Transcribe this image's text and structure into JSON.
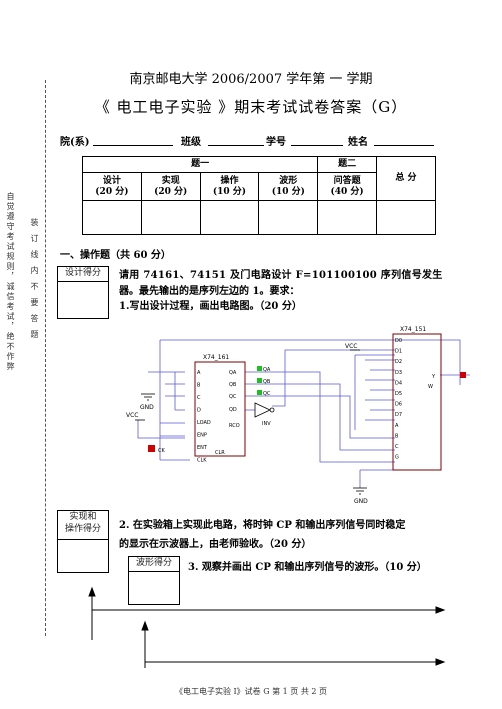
{
  "header": {
    "title_line1": "南京邮电大学 2006/2007 学年第 一 学期",
    "title_line2": "《 电工电子实验 》期末考试试卷答案（G）"
  },
  "info_fields": {
    "department": "院(系)",
    "class": "班级",
    "student_id": "学号",
    "name": "姓名"
  },
  "score_table": {
    "question1": "题一",
    "question2": "题二",
    "total": "总 分",
    "sub_headers": [
      {
        "line1": "设计",
        "line2": "(20 分)"
      },
      {
        "line1": "实现",
        "line2": "(20 分)"
      },
      {
        "line1": "操作",
        "line2": "(10 分)"
      },
      {
        "line1": "波形",
        "line2": "(10 分)"
      },
      {
        "line1": "问答题",
        "line2": "(40 分)"
      }
    ]
  },
  "side_notes": {
    "left_column": "自觉遵守考试规则，诚信考试，绝不作弊",
    "right_column": "装订线内不要答题"
  },
  "section1": {
    "heading": "一、操作题（共 60 分）",
    "design_score_label": "设计得分",
    "req_line1": "请用 74161、74151 及门电路设计 F=101100100 序列信号发生",
    "req_line2": "器。最先输出的是序列左边的 1。要求：",
    "req_line3": "1.写出设计过程，画出电路图。（20 分）"
  },
  "circuit": {
    "counter_name": "X74_161",
    "mux_name": "X74_151",
    "counter_left_pins": [
      "A",
      "B",
      "C",
      "D",
      "LOAD",
      "ENP",
      "ENT",
      "CLK"
    ],
    "counter_right_pins": [
      "QA",
      "QB",
      "QC",
      "QD",
      "RCO"
    ],
    "counter_bottom_pin": "CLR",
    "mux_left_pins": [
      "D0",
      "D1",
      "D2",
      "D3",
      "D4",
      "D5",
      "D6",
      "D7",
      "A",
      "B",
      "C",
      "G"
    ],
    "mux_right_pins": [
      "Y",
      "W"
    ],
    "probe_labels": [
      "QA",
      "QB",
      "QC"
    ],
    "gate_label": "INV",
    "labels": {
      "gnd_left": "GND",
      "vcc_left": "VCC",
      "vcc_right": "VCC",
      "gnd_bottom": "GND",
      "clk_source": "CK"
    },
    "colors": {
      "wire": "#5a5ad8",
      "component": "#7a0000",
      "probe": "#1fbf1f",
      "source": "#d00000"
    }
  },
  "section2": {
    "score_label_line1": "实现和",
    "score_label_line2": "操作得分",
    "text_line1": "2. 在实验箱上实现此电路，将时钟 CP 和输出序列信号同时稳定",
    "text_line2": "的显示在示波器上，由老师验收。（20 分）"
  },
  "section3": {
    "score_label": "波形得分",
    "text": "3. 观察并画出 CP 和输出序列信号的波形。（10 分）"
  },
  "footer": {
    "text": "《电工电子实验 I》试卷 G   第 1 页 共 2 页"
  }
}
